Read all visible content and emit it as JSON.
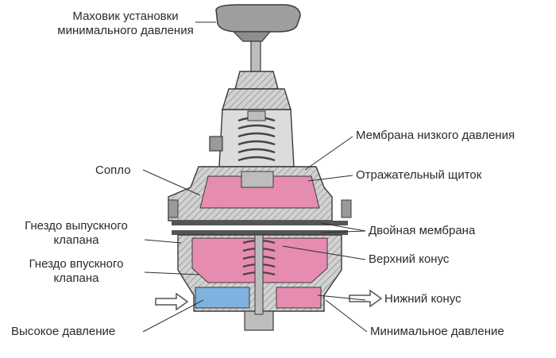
{
  "labels": {
    "handwheel": "Маховик установки минимального давления",
    "low_pressure_membrane": "Мембрана низкого давления",
    "nozzle": "Сопло",
    "deflector": "Отражательный щиток",
    "exhaust_valve_seat": "Гнездо выпускного клапана",
    "double_membrane": "Двойная мембрана",
    "upper_cone": "Верхний конус",
    "inlet_valve_seat": "Гнездо впускного клапана",
    "lower_cone": "Нижний конус",
    "high_pressure": "Высокое давление",
    "min_pressure": "Минимальное давление"
  },
  "label_lines": {
    "handwheel": [
      "Маховик установки",
      "минимального давления"
    ],
    "exhaust_valve_seat": [
      "Гнездо выпускного",
      "клапана"
    ],
    "inlet_valve_seat": [
      "Гнездо впускного",
      "клапана"
    ]
  },
  "colors": {
    "pink_chamber": "#e58cb0",
    "blue_chamber": "#7fb2df",
    "metal": "#bdbdbd",
    "outline": "#3a3a3a"
  }
}
